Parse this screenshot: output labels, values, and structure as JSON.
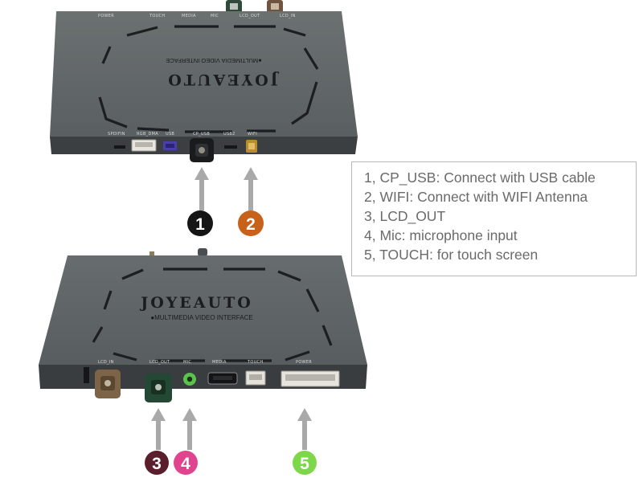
{
  "top_device": {
    "brand": "JOYEAUTO",
    "tagline": "●MULTIMEDIA VIDEO INTERFACE",
    "rear_labels": [
      "POWER",
      "TOUCH",
      "MEDIA",
      "MIC",
      "LCD_OUT",
      "LCD_IN"
    ],
    "front_labels": [
      "SPDIFIN",
      "RGB_DMA",
      "USB",
      "CP_USB",
      "USB2",
      "WIFI"
    ]
  },
  "bottom_device": {
    "brand": "JOYEAUTO",
    "tagline": "●MULTIMEDIA VIDEO INTERFACE",
    "front_labels": [
      "LCD_IN",
      "LCD_OUT",
      "MIC",
      "MEDIA",
      "TOUCH",
      "POWER"
    ]
  },
  "badges": [
    {
      "number": "1",
      "color": "#151515"
    },
    {
      "number": "2",
      "color": "#c8621a"
    },
    {
      "number": "3",
      "color": "#5a1e2c"
    },
    {
      "number": "4",
      "color": "#e0448f"
    },
    {
      "number": "5",
      "color": "#7ed64a"
    }
  ],
  "legend": {
    "items": [
      "1, CP_USB: Connect with USB cable",
      "2, WIFI: Connect with WIFI Antenna",
      "3, LCD_OUT",
      "4, Mic: microphone input",
      "5, TOUCH: for touch screen"
    ]
  },
  "colors": {
    "device_body": "#5f6465",
    "device_front": "#3a3e40",
    "arrow": "#a9a9a9"
  }
}
